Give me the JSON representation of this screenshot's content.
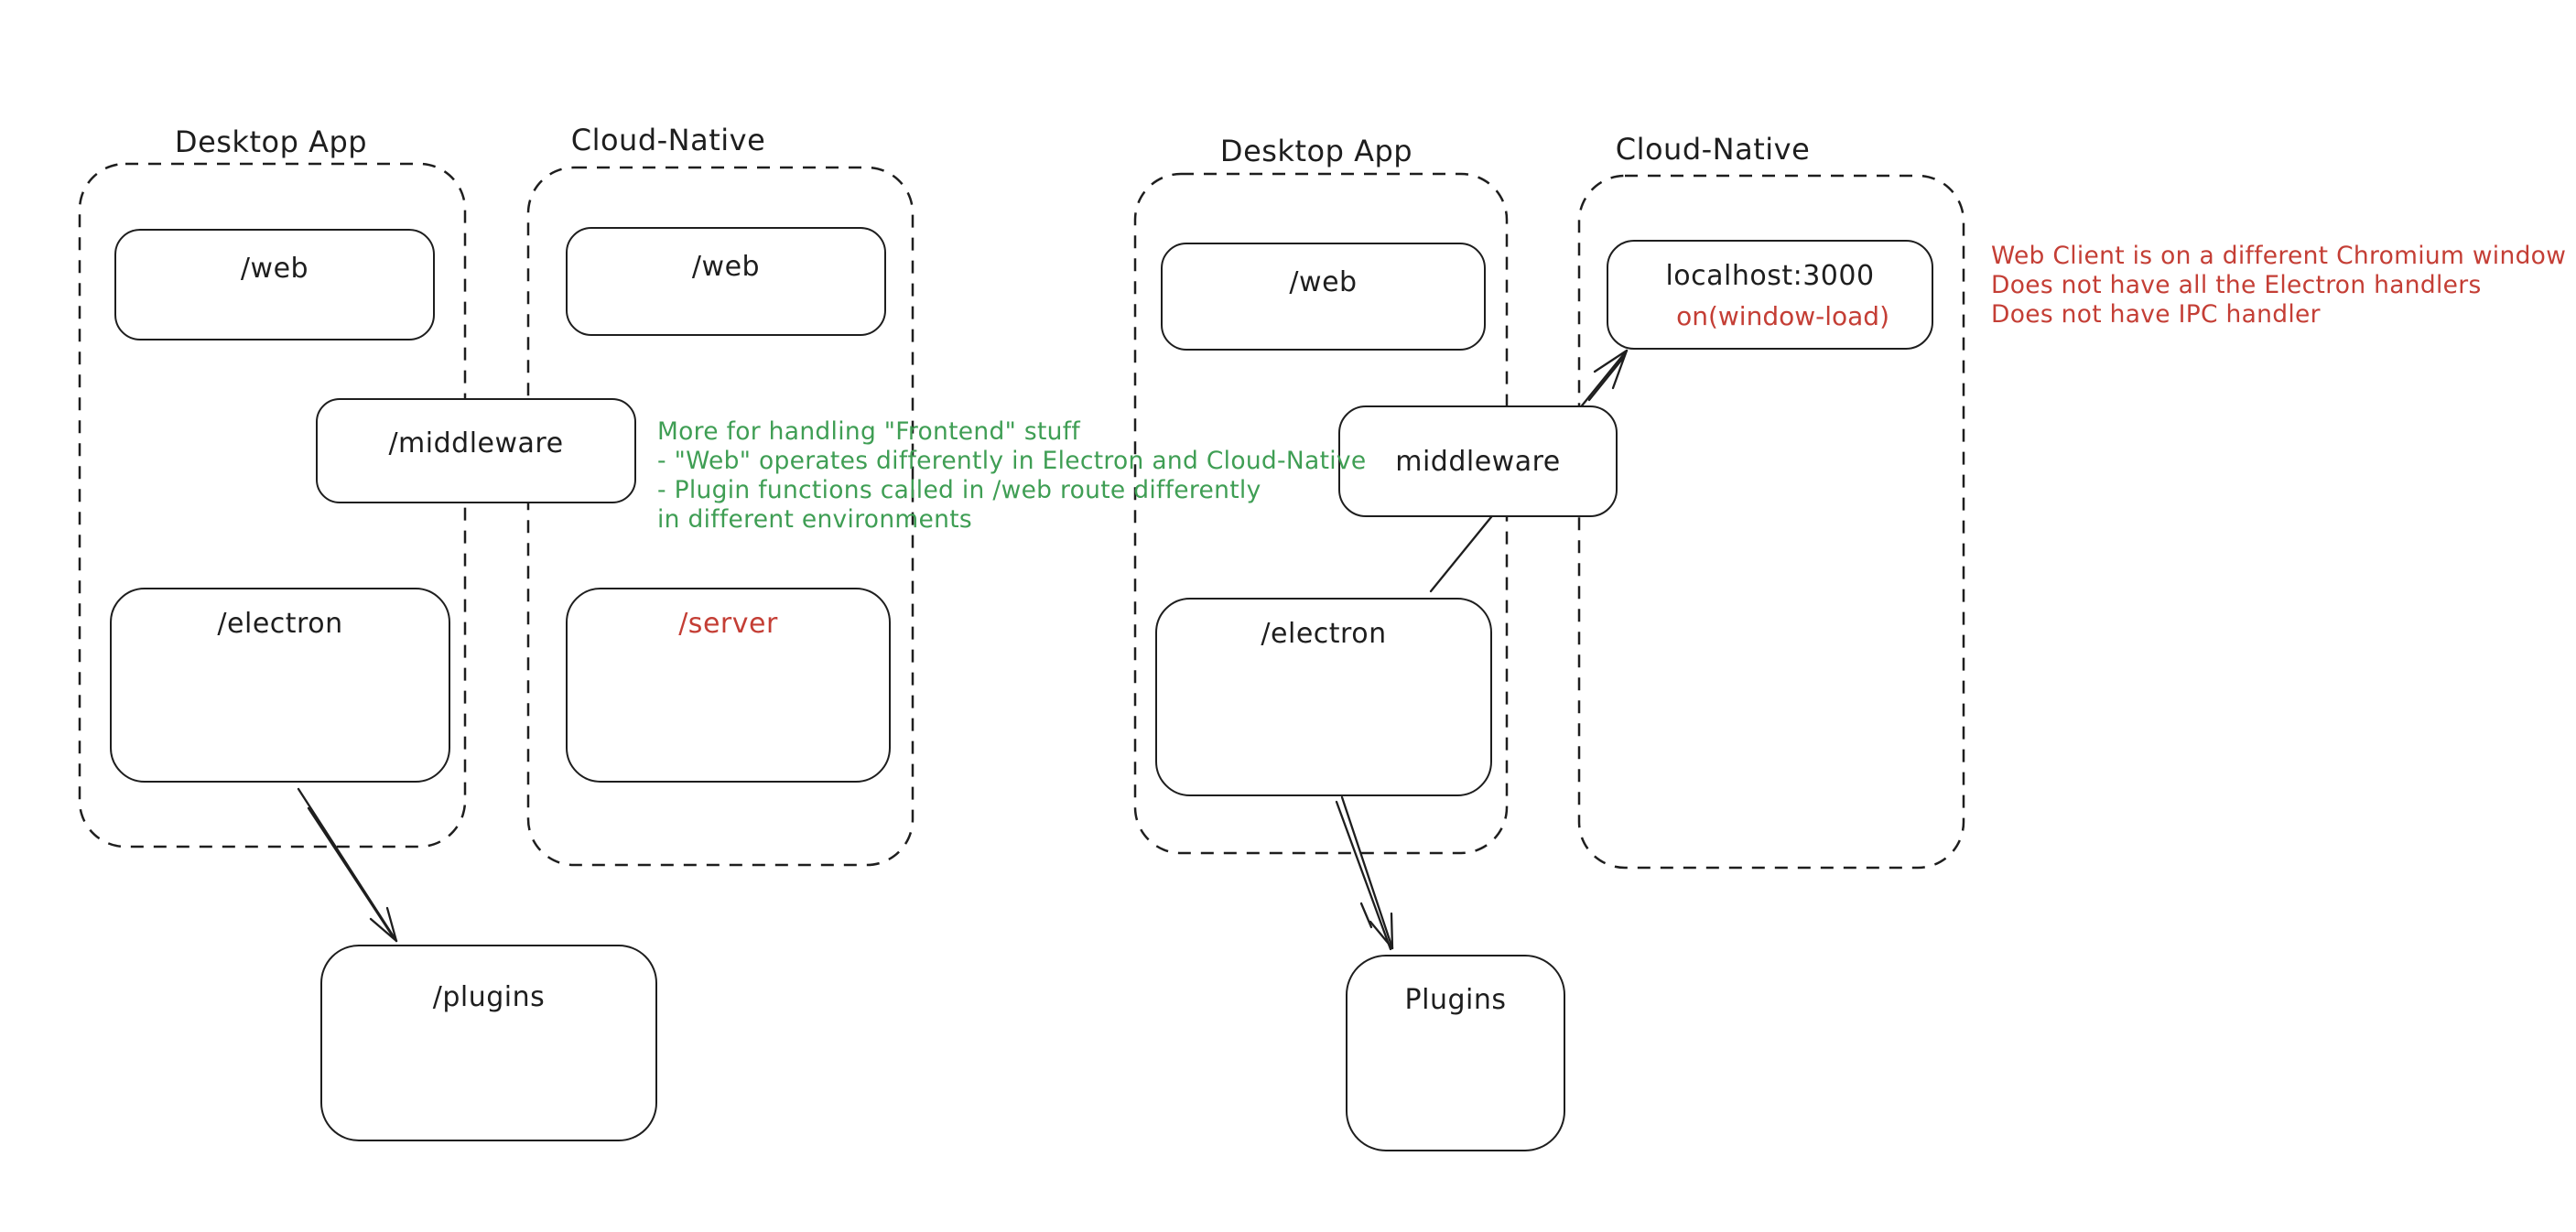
{
  "colors": {
    "ink": "#1e1e1e",
    "background": "#ffffff",
    "red": "#c43e35",
    "green": "#3f9e54"
  },
  "left_diagram": {
    "desktop_container_label": "Desktop App",
    "cloud_container_label": "Cloud-Native",
    "desktop_web_box": "/web",
    "cloud_web_box": "/web",
    "middleware_box": "/middleware",
    "desktop_electron_box": "/electron",
    "cloud_server_box": "/server",
    "plugins_box": "/plugins",
    "green_note": {
      "lines": [
        "More for handling \"Frontend\" stuff",
        "- \"Web\" operates differently in Electron and Cloud-Native",
        "- Plugin functions called in /web route differently",
        "in different environments"
      ]
    }
  },
  "right_diagram": {
    "desktop_container_label": "Desktop App",
    "cloud_container_label": "Cloud-Native",
    "desktop_web_box": "/web",
    "localhost_box_title": "localhost:3000",
    "localhost_box_subtitle": "on(window-load)",
    "middleware_box": "middleware",
    "desktop_electron_box": "/electron",
    "plugins_box": "Plugins",
    "red_note": {
      "lines": [
        "Web Client is on a different Chromium window",
        "Does not have all the Electron handlers",
        "Does not have IPC handler"
      ]
    }
  }
}
